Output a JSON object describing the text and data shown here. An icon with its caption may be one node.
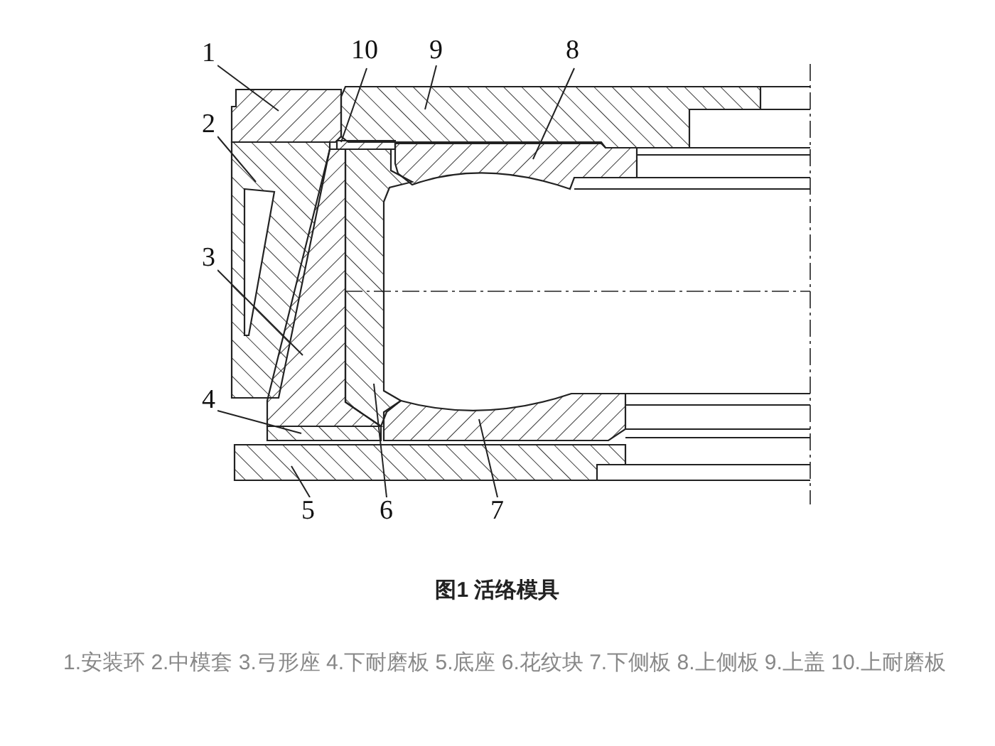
{
  "diagram": {
    "title": "图1 活络模具",
    "caption": "1.安装环 2.中模套 3.弓形座 4.下耐磨板 5.底座 6.花纹块 7.下侧板 8.上侧板 9.上盖 10.上耐磨板",
    "nodes": [
      {
        "text": [
          "1"
        ]
      },
      {
        "text": [
          "10"
        ]
      },
      {
        "text": [
          "9"
        ]
      },
      {
        "text": [
          "8"
        ]
      },
      {
        "text": [
          "2"
        ]
      },
      {
        "text": [
          "3"
        ]
      },
      {
        "text": [
          "4"
        ]
      },
      {
        "text": [
          "5"
        ]
      },
      {
        "text": [
          "6"
        ]
      },
      {
        "text": [
          "7"
        ]
      }
    ],
    "edges": [
      {
        "from": 0,
        "to": null,
        "arrow": "none"
      },
      {
        "from": 1,
        "to": null,
        "arrow": "none"
      },
      {
        "from": 2,
        "to": null,
        "arrow": "none"
      },
      {
        "from": 3,
        "to": null,
        "arrow": "none"
      },
      {
        "from": 4,
        "to": null,
        "arrow": "none"
      },
      {
        "from": 5,
        "to": null,
        "arrow": "none"
      },
      {
        "from": 6,
        "to": null,
        "arrow": "none"
      },
      {
        "from": 7,
        "to": null,
        "arrow": "none"
      },
      {
        "from": 8,
        "to": null,
        "arrow": "none"
      },
      {
        "from": 9,
        "to": null,
        "arrow": "none"
      }
    ]
  }
}
